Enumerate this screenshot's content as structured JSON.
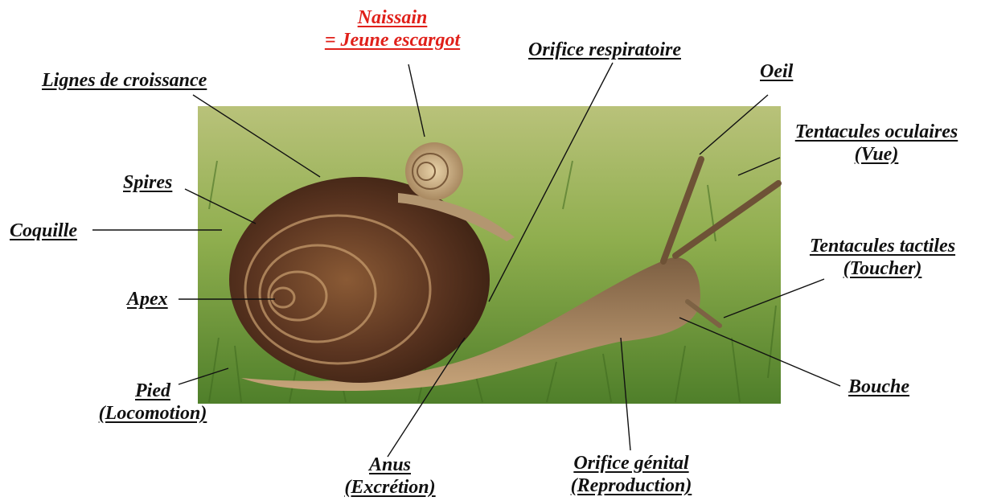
{
  "diagram": {
    "labels": {
      "naissain": [
        "Naissain",
        "= Jeune escargot"
      ],
      "lignes": "Lignes de croissance",
      "orifice_resp": "Orifice respiratoire",
      "oeil": "Oeil",
      "tent_oc": [
        "Tentacules oculaires",
        "(Vue)"
      ],
      "spires": "Spires",
      "coquille": "Coquille",
      "tent_tac": [
        "Tentacules tactiles",
        "(Toucher)"
      ],
      "apex": "Apex",
      "pied": [
        "Pied",
        "(Locomotion)"
      ],
      "bouche": "Bouche",
      "anus": [
        "Anus",
        "(Excrétion)"
      ],
      "orifice_gen": [
        "Orifice génital",
        "(Reproduction)"
      ]
    },
    "colors": {
      "accent_label": "#e0201a",
      "text": "#111111",
      "grass": "#6f9a3a",
      "shell": "#5a3420",
      "body": "#8a6a4a"
    }
  }
}
